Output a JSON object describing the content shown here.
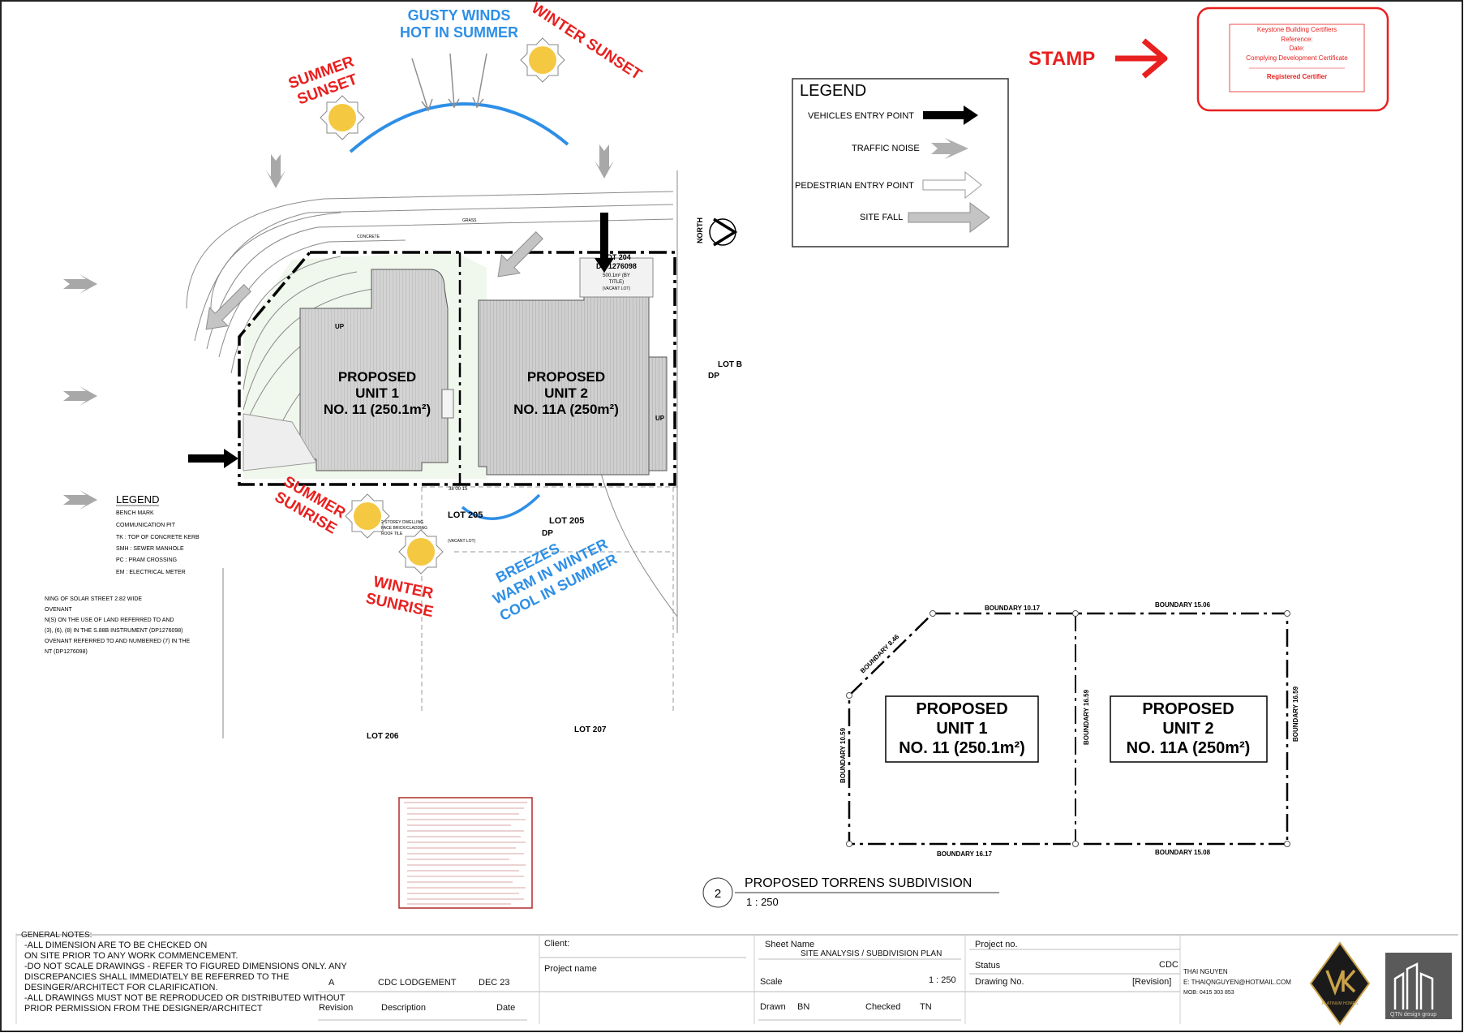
{
  "site": {
    "wind_label": [
      "GUSTY WINDS",
      "HOT IN SUMMER"
    ],
    "summer_sunset": [
      "SUMMER",
      "SUNSET"
    ],
    "winter_sunset": "WINTER SUNSET",
    "summer_sunrise": [
      "SUMMER",
      "SUNRISE"
    ],
    "winter_sunrise": [
      "WINTER",
      "SUNRISE"
    ],
    "breezes": [
      "BREEZES",
      "WARM IN WINTER",
      "COOL IN SUMMER"
    ],
    "north": "NORTH",
    "unit1": [
      "PROPOSED",
      "UNIT 1",
      "NO. 11 (250.1m²)"
    ],
    "unit2": [
      "PROPOSED",
      "UNIT 2",
      "NO. 11A (250m²)"
    ],
    "lot_b": "LOT B",
    "lot_b_dp": "DP",
    "lot_204": [
      "LOT 204",
      "DP 1276098",
      "500.1m² (BY",
      "TITLE)",
      "(VACANT LOT)"
    ],
    "lot_205_a": "LOT 205",
    "lot_205_b": "LOT 205",
    "lot_205_b_dp": "DP",
    "lot_205_vacant": "(VACANT LOT)",
    "lot_206": "LOT 206",
    "lot_207": "LOT 207",
    "up1": "UP",
    "up2": "UP",
    "grass": "GRASS",
    "concrete": "CONCRETE",
    "dim_bottom": "38 00 15",
    "dwelling_note": [
      "2 STOREY DWELLING",
      "FACE BRICK/CLADDING",
      "ROOF TILE"
    ]
  },
  "site_legend": {
    "title": "LEGEND",
    "items": [
      "BENCH MARK",
      "COMMUNICATION PIT",
      "TK  : TOP OF CONCRETE KERB",
      "SMH  : SEWER MANHOLE",
      "PC   : PRAM CROSSING",
      "EM   : ELECTRICAL METER"
    ]
  },
  "easement_notes": [
    "NING OF SOLAR STREET 2.82 WIDE",
    "OVENANT",
    "N(S) ON THE USE OF LAND REFERRED TO AND",
    "(3), (6), (8) IN THE S.88B INSTRUMENT (DP1276098)",
    "OVENANT REFERRED TO AND NUMBERED (7) IN THE",
    "NT (DP1276098)"
  ],
  "legend": {
    "title": "LEGEND",
    "vehicles": "VEHICLES ENTRY POINT",
    "traffic": "TRAFFIC NOISE",
    "pedestrian": "PEDESTRIAN ENTRY POINT",
    "site_fall": "SITE FALL"
  },
  "stamp": {
    "label": "STAMP",
    "lines": [
      "Keystone Building Certifiers",
      "Reference:",
      "Date:",
      "Complying Development Certificate",
      "Registered Certifier"
    ]
  },
  "subdivision": {
    "unit1": [
      "PROPOSED",
      "UNIT 1",
      "NO. 11 (250.1m²)"
    ],
    "unit2": [
      "PROPOSED",
      "UNIT 2",
      "NO. 11A (250m²)"
    ],
    "b_top1": "BOUNDARY 10.17",
    "b_top2": "BOUNDARY 15.06",
    "b_diag": "BOUNDARY 8.46",
    "b_left": "BOUNDARY 10.59",
    "b_mid": "BOUNDARY 16.59",
    "b_right": "BOUNDARY 16.59",
    "b_bot1": "BOUNDARY 16.17",
    "b_bot2": "BOUNDARY 15.08",
    "view_number": "2",
    "view_title": "PROPOSED TORRENS SUBDIVISION",
    "view_scale": "1 : 250"
  },
  "title_block": {
    "general_notes_title": "GENERAL NOTES:",
    "general_notes": [
      "-ALL DIMENSION ARE TO BE CHECKED ON",
      "ON SITE PRIOR TO ANY WORK COMMENCEMENT.",
      "-DO NOT SCALE DRAWINGS - REFER TO FIGURED DIMENSIONS ONLY. ANY",
      "DISCREPANCIES SHALL IMMEDIATELY BE REFERRED TO THE",
      "DESINGER/ARCHITECT  FOR CLARIFICATION.",
      "-ALL DRAWINGS MUST NOT BE REPRODUCED OR DISTRIBUTED WITHOUT",
      "PRIOR PERMISSION FROM THE DESIGNER/ARCHITECT"
    ],
    "rev_value": "A",
    "desc_value": "CDC LODGEMENT",
    "date_value": "DEC 23",
    "rev_header": "Revision",
    "desc_header": "Description",
    "date_header": "Date",
    "client_label": "Client:",
    "project_name_label": "Project name",
    "sheet_name_label": "Sheet Name",
    "sheet_name_value": "SITE ANALYSIS / SUBDIVISION PLAN",
    "scale_label": "Scale",
    "scale_value": "1 : 250",
    "drawn_label": "Drawn",
    "drawn_value": "BN",
    "checked_label": "Checked",
    "checked_value": "TN",
    "project_no_label": "Project no.",
    "status_label": "Status",
    "status_value": "CDC",
    "drawing_no_label": "Drawing No.",
    "revision_label": "[Revision]",
    "designer_name": "THAI NGUYEN",
    "designer_email": "E: THAIQNGUYEN@HOTMAIL.COM",
    "designer_mob": "MOB: 0415 303 853",
    "logo1_text": "PLATINUM HOMES",
    "logo2_text": "QTN design group"
  },
  "colors": {
    "red": "#e8201f",
    "blue": "#2e8fe6",
    "sun": "#f5c842",
    "roof": "#d6d6d6",
    "grey_arrow": "#9a9a9a"
  }
}
